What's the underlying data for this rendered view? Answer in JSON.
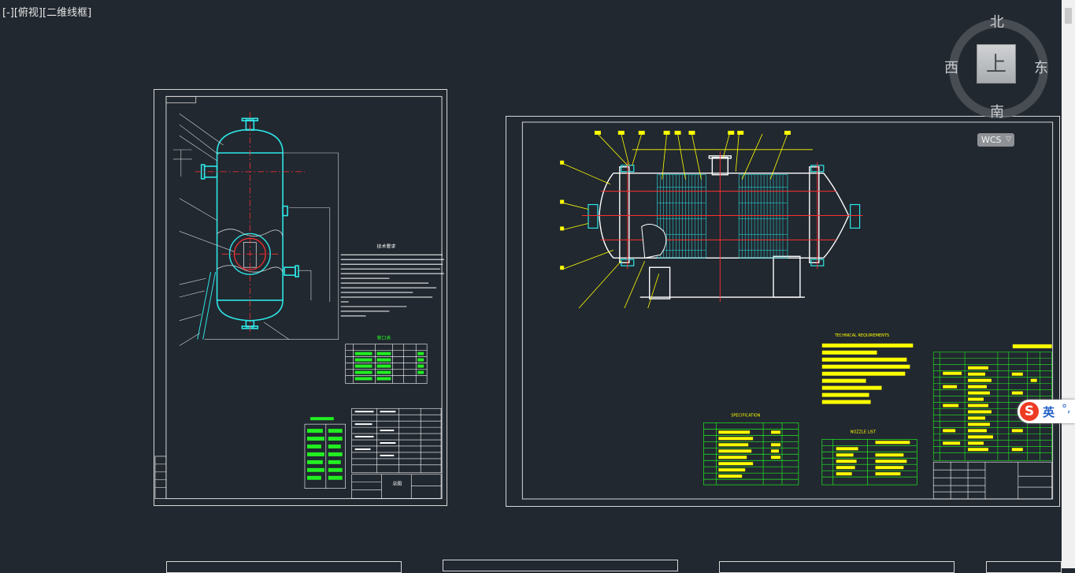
{
  "viewport": {
    "minus_control": "[-]",
    "view_control": "[俯视]",
    "visual_style": "[二维线框]"
  },
  "viewcube": {
    "north": "北",
    "south": "南",
    "west": "西",
    "east": "东",
    "face": "上",
    "wcs_label": "WCS",
    "wcs_caret": "▽"
  },
  "ime": {
    "logo": "S",
    "lang": "英",
    "punct": "°,"
  },
  "drawing1": {
    "notes_title": "技术要求",
    "table_title": "管口表",
    "title_block_name": "总图"
  },
  "drawing2": {
    "technical_requirements_title": "TECHNICAL REQUIREMENTS",
    "specification_title": "SPECIFICATION",
    "nozzle_list_title": "NOZZLE LIST"
  },
  "colors": {
    "background": "#212830",
    "sheet_border": "#d8d8d8",
    "vessel_outline": "#2ee6e6",
    "center_line": "#ff3030",
    "leader_yellow": "#ffff00",
    "table_green": "#22ee22"
  }
}
